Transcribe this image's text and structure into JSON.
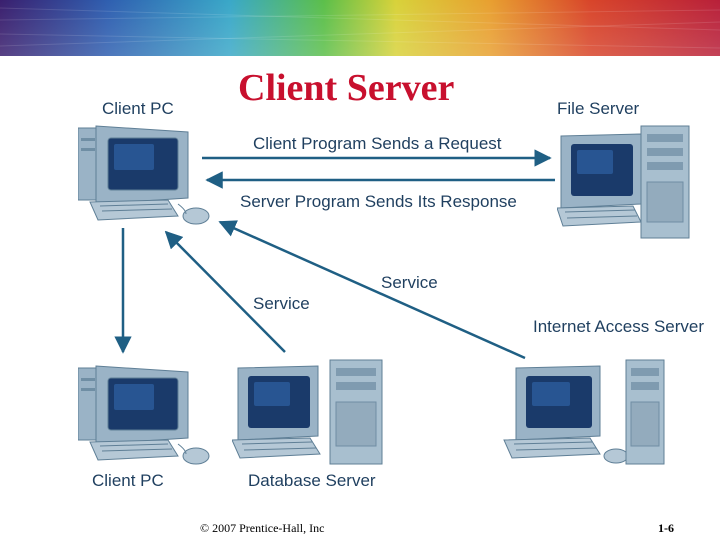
{
  "title": "Client Server",
  "labels": {
    "client_pc_top": "Client PC",
    "file_server": "File Server",
    "client_pc_bottom": "Client PC",
    "database_server": "Database Server",
    "internet_access_server": "Internet Access Server"
  },
  "arrows": {
    "request": "Client Program Sends a Request",
    "response": "Server Program Sends Its Response",
    "service_left": "Service",
    "service_right": "Service"
  },
  "footer": {
    "copyright": "© 2007 Prentice-Hall, Inc",
    "page": "1-6"
  },
  "colors": {
    "title": "#c8102e",
    "label": "#1f3f5f",
    "arrow": "#1f5f84",
    "computer_body": "#9ab3c6"
  }
}
